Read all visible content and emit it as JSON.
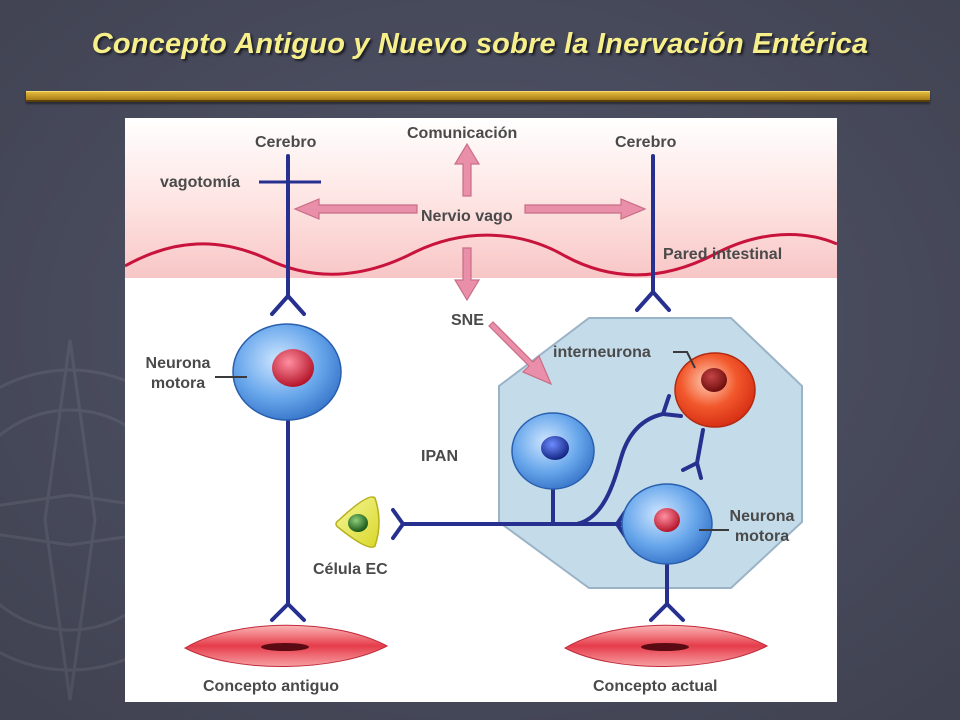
{
  "title": "Concepto Antiguo y Nuevo sobre la Inervación  Entérica",
  "labels": {
    "cerebro_left": "Cerebro",
    "cerebro_right": "Cerebro",
    "comunicacion": "Comunicación",
    "vagotomia": "vagotomía",
    "nervio_vago": "Nervio vago",
    "pared_intestinal": "Pared intestinal",
    "sne": "SNE",
    "interneurona": "interneurona",
    "neurona_motora_left_1": "Neurona",
    "neurona_motora_left_2": "motora",
    "ipan": "IPAN",
    "neurona_motora_right_1": "Neurona",
    "neurona_motora_right_2": "motora",
    "celula_ec": "Célula EC",
    "concepto_antiguo": "Concepto antiguo",
    "concepto_actual": "Concepto actual"
  },
  "colors": {
    "title": "#f7f08a",
    "nerve": "#27308f",
    "arrow": "#e98fa9",
    "wall": "#c8143c",
    "neuron_blue": "#3f86d8",
    "neuron_red": "#ea3a1c",
    "ens_region": "#c4dbea",
    "ec_cell": "#ecec3c",
    "muscle": "#e53c4a"
  }
}
